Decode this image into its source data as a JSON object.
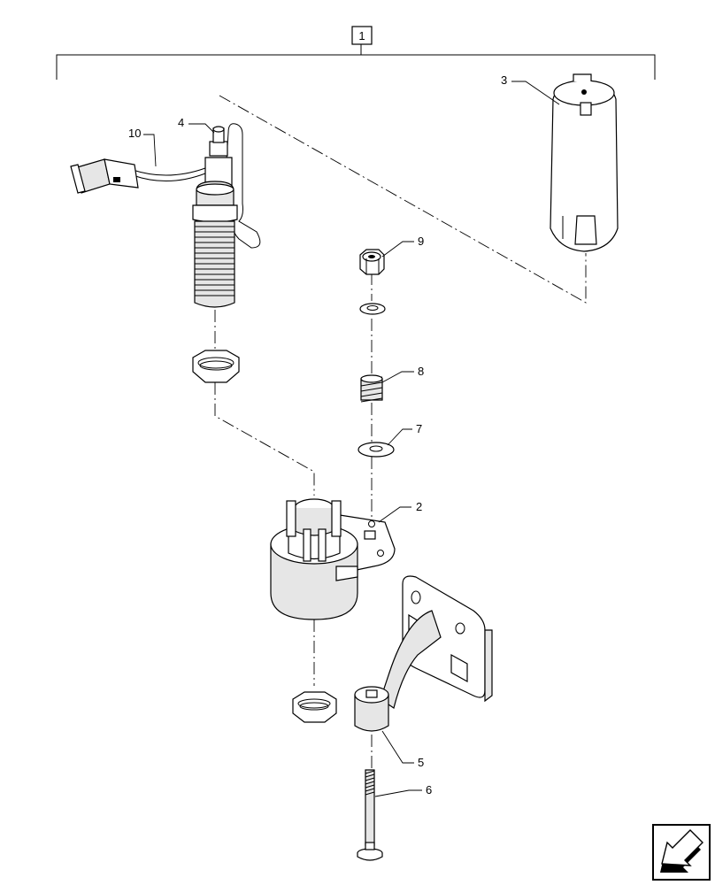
{
  "assembly_label": "1",
  "callouts": {
    "p2": "2",
    "p3": "3",
    "p4": "4",
    "p5": "5",
    "p6": "6",
    "p7": "7",
    "p8": "8",
    "p9": "9",
    "p10": "10"
  },
  "icons": {
    "nav": "next-page-arrow-icon"
  }
}
